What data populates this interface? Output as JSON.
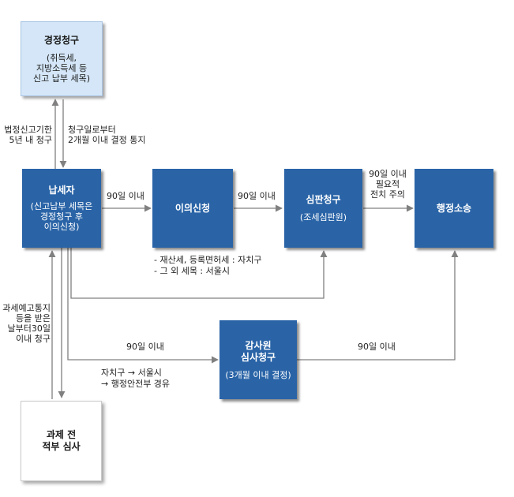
{
  "nodes": {
    "gyeongjeong": {
      "title": "경정청구",
      "sub": "(취득세,\n지방소득세 등\n신고 납부 세목)"
    },
    "napseja": {
      "title": "납세자",
      "sub": "(신고납부 세목은\n경정청구 후\n이의신청)"
    },
    "iui": {
      "title": "이의신청"
    },
    "simpan": {
      "title": "심판청구",
      "sub": "(조세심판원)"
    },
    "haengjeong": {
      "title": "행정소송"
    },
    "gamsawon": {
      "title": "감사원\n심사청구",
      "sub": "(3개월 이내 결정)"
    },
    "gwase": {
      "title": "과제 전\n적부 심사"
    }
  },
  "labels": {
    "deadline_left": "법정신고기한\n5년 내 청구",
    "decision_right": "청구일로부터\n2개월 이내 결정 통지",
    "d90_to_iui": "90일 이내",
    "d90_to_simpan": "90일 이내",
    "d90_to_haengjeong": "90일 이내\n필요적\n전치 주의",
    "iui_note": "- 재산세, 등록면허세 : 자치구\n- 그 외 세목 : 서울시",
    "gwase_notice": "과세예고통지\n등을 받은\n날부터30일\n이내 청구",
    "d90_to_gamsa": "90일 이내",
    "d90_gamsa_to_haengjeong": "90일 이내",
    "route_note": "자치구 → 서울시\n→ 행정안전부 경유"
  }
}
